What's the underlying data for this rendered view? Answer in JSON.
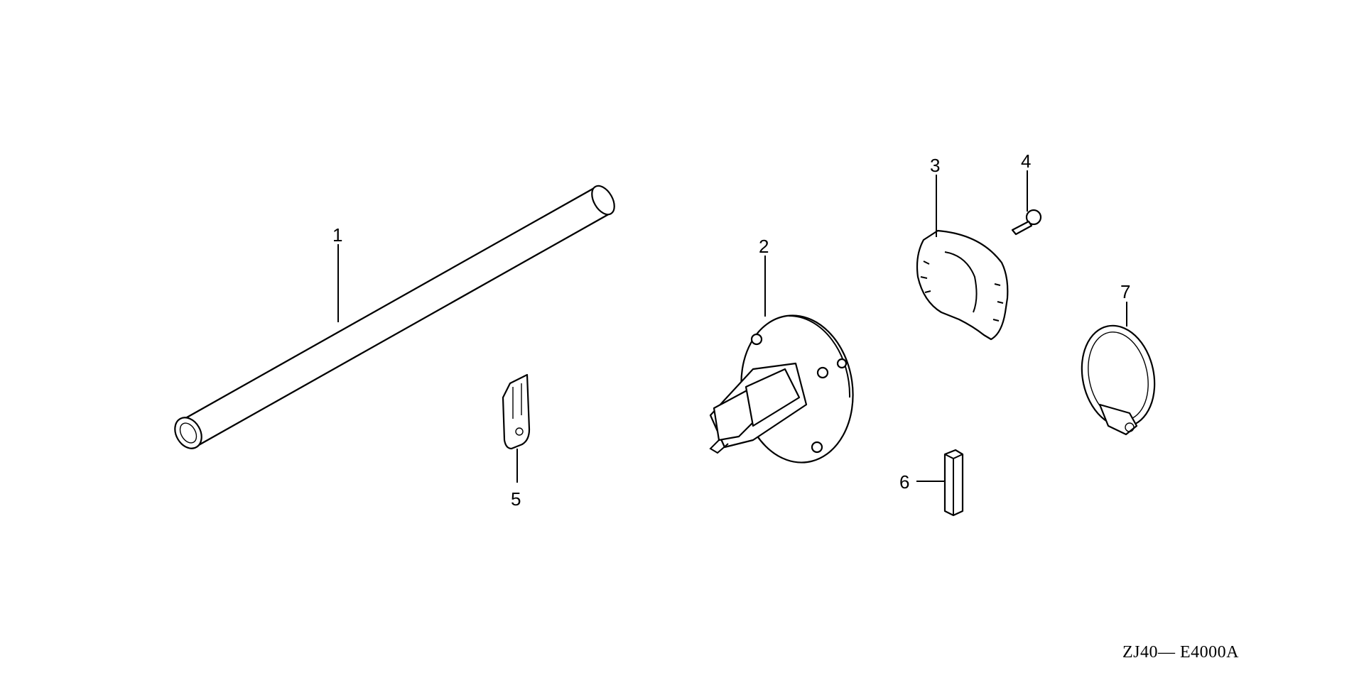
{
  "callouts": [
    {
      "id": "1",
      "label": "1"
    },
    {
      "id": "2",
      "label": "2"
    },
    {
      "id": "3",
      "label": "3"
    },
    {
      "id": "4",
      "label": "4"
    },
    {
      "id": "5",
      "label": "5"
    },
    {
      "id": "6",
      "label": "6"
    },
    {
      "id": "7",
      "label": "7"
    }
  ],
  "diagram_code": "ZJ40— E4000A"
}
